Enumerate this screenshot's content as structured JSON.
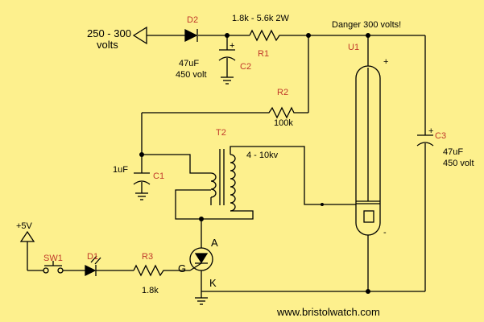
{
  "schematic": {
    "supply": {
      "text_line1": "250 - 300",
      "text_line2": "volts"
    },
    "d2": {
      "ref": "D2"
    },
    "r1": {
      "ref": "R1",
      "value": "1.8k - 5.6k 2W"
    },
    "c2": {
      "ref": "C2",
      "value_line1": "47uF",
      "value_line2": "450 volt"
    },
    "danger": {
      "text": "Danger 300 volts!"
    },
    "u1": {
      "ref": "U1",
      "plus": "+",
      "minus": "-"
    },
    "r2": {
      "ref": "R2",
      "value": "100k"
    },
    "c3": {
      "ref": "C3",
      "value_line1": "47uF",
      "value_line2": "450 volt"
    },
    "t2": {
      "ref": "T2",
      "value": "4 - 10kv"
    },
    "c1": {
      "ref": "C1",
      "value": "1uF"
    },
    "supply5v": {
      "label": "+5V"
    },
    "sw1": {
      "ref": "SW1"
    },
    "d1": {
      "ref": "D1"
    },
    "r3": {
      "ref": "R3",
      "value": "1.8k"
    },
    "scr": {
      "anode": "A",
      "gate": "G",
      "cathode": "K"
    },
    "footer": {
      "url": "www.bristolwatch.com"
    }
  }
}
